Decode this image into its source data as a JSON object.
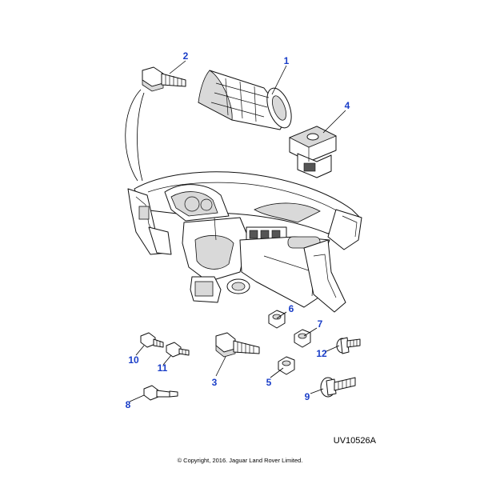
{
  "callouts": [
    "1",
    "2",
    "3",
    "4",
    "5",
    "6",
    "7",
    "8",
    "9",
    "10",
    "11",
    "12"
  ],
  "accent_color": "#1a3ec8",
  "reference_code": "UV10526A",
  "copyright": "© Copyright, 2016. Jaguar Land Rover Limited."
}
